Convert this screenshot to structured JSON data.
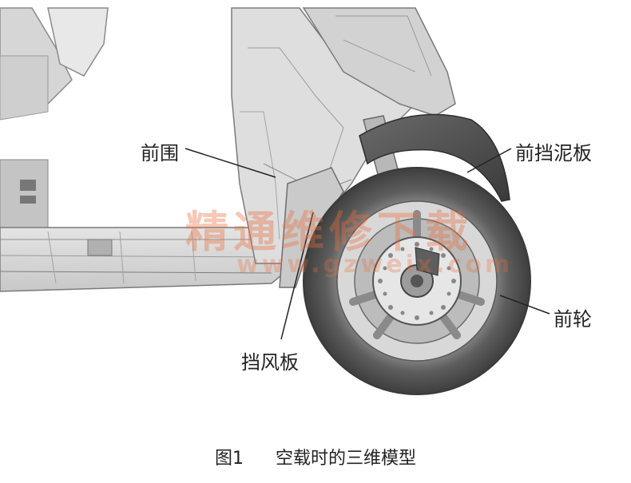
{
  "labels": {
    "front_cover": "前围",
    "front_fender": "前挡泥板",
    "front_wheel": "前轮",
    "windshield": "挡风板"
  },
  "watermark": {
    "chinese": "精通维修下载",
    "url": "www.gzweix.com"
  },
  "caption": {
    "number": "图1",
    "text": "空载时的三维模型"
  }
}
